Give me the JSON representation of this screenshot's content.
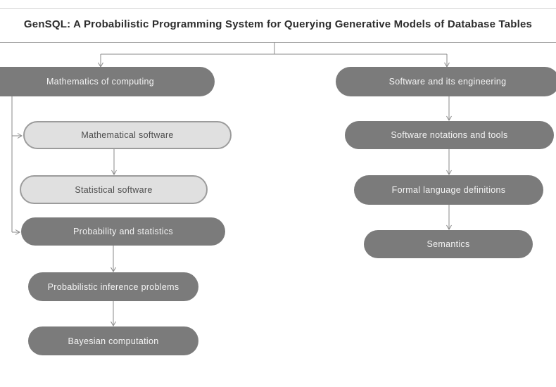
{
  "title": "GenSQL: A Probabilistic Programming System for Querying Generative Models of Database Tables",
  "colors": {
    "dark_fill": "#7b7b7b",
    "dark_text": "#f4f4f4",
    "light_fill": "#e0e0e0",
    "light_border": "#9c9c9c",
    "light_text": "#4e4e4e",
    "edge": "#8a8a8a",
    "rule_top": "#d2d2d2",
    "rule_mid": "#a3a3a3",
    "title_color": "#2d2d2d"
  },
  "nodes": {
    "mathematics_of_computing": "Mathematics of computing",
    "mathematical_software": "Mathematical software",
    "statistical_software": "Statistical software",
    "probability_and_statistics": "Probability and statistics",
    "probabilistic_inference_problems": "Probabilistic inference problems",
    "bayesian_computation": "Bayesian computation",
    "software_and_its_engineering": "Software and its engineering",
    "software_notations_and_tools": "Software notations and tools",
    "formal_language_definitions": "Formal language definitions",
    "semantics": "Semantics"
  },
  "edges": [
    {
      "from": "title",
      "to": "mathematics_of_computing"
    },
    {
      "from": "title",
      "to": "software_and_its_engineering"
    },
    {
      "from": "mathematics_of_computing",
      "to": "mathematical_software"
    },
    {
      "from": "mathematical_software",
      "to": "statistical_software"
    },
    {
      "from": "mathematics_of_computing",
      "to": "probability_and_statistics"
    },
    {
      "from": "probability_and_statistics",
      "to": "probabilistic_inference_problems"
    },
    {
      "from": "probabilistic_inference_problems",
      "to": "bayesian_computation"
    },
    {
      "from": "software_and_its_engineering",
      "to": "software_notations_and_tools"
    },
    {
      "from": "software_notations_and_tools",
      "to": "formal_language_definitions"
    },
    {
      "from": "formal_language_definitions",
      "to": "semantics"
    }
  ]
}
